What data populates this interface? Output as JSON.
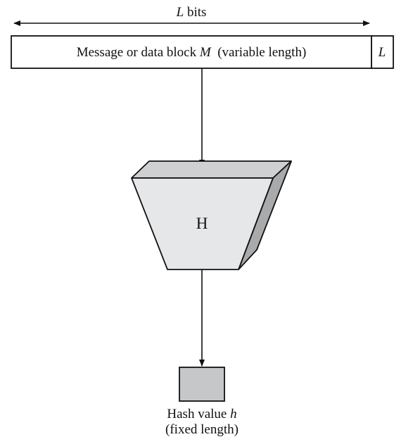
{
  "top_label": {
    "var": "L",
    "text": " bits"
  },
  "message_block": {
    "prefix": "Message or data block ",
    "var": "M",
    "suffix": "  (variable length)"
  },
  "length_field": {
    "var": "L"
  },
  "hash_function": {
    "label": "H"
  },
  "hash_output": {
    "line1_prefix": "Hash value ",
    "line1_var": "h",
    "line2": "(fixed length)"
  },
  "colors": {
    "stroke": "#111111",
    "box_fill": "#ffffff",
    "hash_front": "#e6e7e9",
    "hash_top": "#cfd0d2",
    "hash_side": "#a9aaac",
    "output_fill": "#c6c7c9"
  }
}
